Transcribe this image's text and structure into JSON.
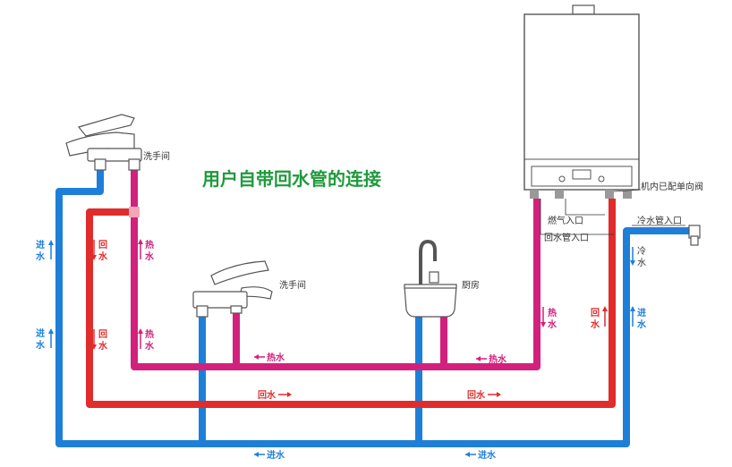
{
  "title": "用户自带回水管的连接",
  "colors": {
    "cold": "#1e7fd8",
    "hot": "#d2217c",
    "return": "#e02c2c",
    "title": "#1f9a3c",
    "outline": "#555555"
  },
  "fixtures": {
    "basin_top": "洗手间",
    "basin_mid": "洗手间",
    "kitchen": "厨房"
  },
  "heater": {
    "check_valve": "机内已配单向阀",
    "gas_inlet": "燃气入口",
    "return_inlet": "回水管入口",
    "cold_inlet": "冷水管入口"
  },
  "labels": {
    "inlet": "进水",
    "return": "回水",
    "hot": "热水",
    "cold": "冷水",
    "inlet_v_char1": "进",
    "inlet_v_char2": "水",
    "return_v_char1": "回",
    "return_v_char2": "水",
    "hot_v_char1": "热",
    "hot_v_char2": "水",
    "cold_v_char1": "冷",
    "cold_v_char2": "水"
  }
}
